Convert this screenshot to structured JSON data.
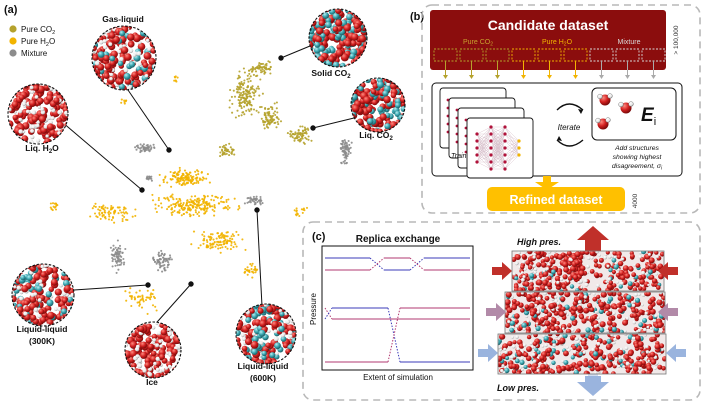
{
  "panel_a": {
    "label": "(a)",
    "legend": [
      {
        "label": "Pure CO",
        "sub": "2",
        "color": "#b5a22c"
      },
      {
        "label": "Pure H",
        "sub": "2",
        "tail": "O",
        "color": "#f2b400"
      },
      {
        "label": "Mixture",
        "color": "#8c8c8c"
      }
    ],
    "callouts": {
      "gas_liquid": "Gas-liquid",
      "solid_co2": "Solid CO",
      "liq_co2": "Liq. CO",
      "liq_h2o": "Liq. H",
      "ll300_line1": "Liquid-liquid",
      "ll300_line2": "(300K)",
      "ice": "Ice",
      "ll600_line1": "Liquid-liquid",
      "ll600_line2": "(600K)"
    },
    "sub2": "2",
    "o_tail": "O"
  },
  "panel_b": {
    "label": "(b)",
    "candidate_title": "Candidate dataset",
    "cand_labels": [
      {
        "label": "Pure CO",
        "sub": "2",
        "color": "#c8a12e"
      },
      {
        "label": "Pure H",
        "sub": "2",
        "tail": "O",
        "color": "#f2b400"
      },
      {
        "label": "Mixture",
        "color": "#d9d9d9"
      }
    ],
    "cand_count": "> 100,000",
    "train_label": "Train",
    "iterate_label": "Iterate",
    "energy_symbol": "E",
    "energy_sub": "i",
    "add_text_1": "Add structures",
    "add_text_2": "showing highest",
    "add_text_3": "disagreement, σ",
    "add_text_sub": "i",
    "refined_title": "Refined dataset",
    "refined_count": "4000"
  },
  "panel_c": {
    "label": "(c)",
    "replica_title": "Replica exchange",
    "y_axis": "Pressure",
    "x_axis": "Extent of simulation",
    "high_label": "High pres.",
    "low_label": "Low pres."
  },
  "colors": {
    "pure_co2": "#b5a22c",
    "pure_h2o": "#f2b400",
    "mixture": "#8c8c8c",
    "candidate_box": "#8b0d0d",
    "refined_box": "#ffc000",
    "high_arrow": "#c0302a",
    "low_arrow": "#9ab4de",
    "mid_arrow": "#b28aa8",
    "replica_blue": "#3b3bb8",
    "replica_red": "#b23a70"
  }
}
